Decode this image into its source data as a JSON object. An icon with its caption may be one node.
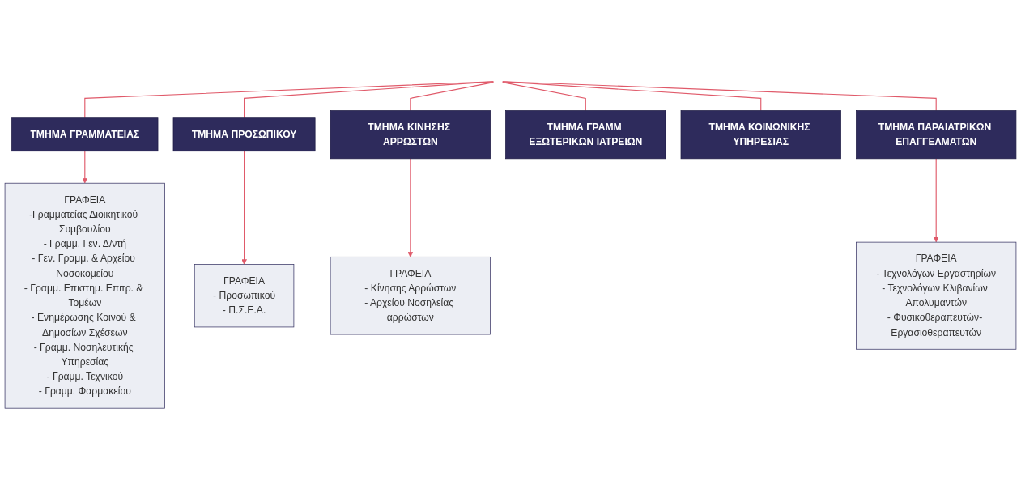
{
  "diagram": {
    "nodes": [
      {
        "text": [
          "ΤΜΗΜΑ ΓΡΑΜΜΑΤΕΙΑΣ"
        ]
      },
      {
        "text": [
          "ΤΜΗΜΑ ΠΡΟΣΩΠΙΚΟΥ"
        ]
      },
      {
        "text": [
          "ΤΜΗΜΑ ΚΙΝΗΣΗΣ ΑΡΡΩΣΤΩΝ"
        ]
      },
      {
        "text": [
          "ΤΜΗΜΑ ΓΡΑΜΜ ΕΞΩΤΕΡΙΚΩΝ ΙΑΤΡΕΙΩΝ"
        ]
      },
      {
        "text": [
          "ΤΜΗΜΑ ΚΟΙΝΩΝΙΚΗΣ ΥΠΗΡΕΣΙΑΣ"
        ]
      },
      {
        "text": [
          "ΤΜΗΜΑ ΠΑΡΑΙΑΤΡΙΚΩΝ ΕΠΑΓΓΕΛΜΑΤΩΝ"
        ]
      },
      {
        "text": [
          "ΓΡΑΦΕΙΑ",
          "-Γραμματείας Διοικητικού Συμβουλίου",
          "- Γραμμ. Γεν. Δ/ντή",
          "- Γεν. Γραμμ. & Αρχείου Νοσοκομείου",
          "- Γραμμ. Επιστημ. Επιτρ. & Τομέων",
          "- Ενημέρωσης Κοινού & Δημοσίων Σχέσεων",
          "- Γραμμ. Νοσηλευτικής Υπηρεσίας",
          "- Γραμμ. Τεχνικού",
          "- Γραμμ. Φαρμακείου"
        ]
      },
      {
        "text": [
          "ΓΡΑΦΕΙΑ",
          "- Προσωπικού",
          "- Π.Σ.Ε.Α."
        ]
      },
      {
        "text": [
          "ΓΡΑΦΕΙΑ",
          "- Κίνησης Αρρώστων",
          "- Αρχείου Νοσηλείας αρρώστων"
        ]
      },
      {
        "text": [
          "ΓΡΑΦΕΙΑ",
          "- Τεχνολόγων Εργαστηρίων",
          "- Τεχνολόγων Κλιβανίων Απολυμαντών",
          "- Φυσικοθεραπευτών- Εργασιοθεραπευτών"
        ]
      }
    ],
    "edges": [
      {
        "from": null,
        "to": 0,
        "arrow": "none"
      },
      {
        "from": null,
        "to": 1,
        "arrow": "none"
      },
      {
        "from": null,
        "to": 2,
        "arrow": "none"
      },
      {
        "from": null,
        "to": 3,
        "arrow": "none"
      },
      {
        "from": null,
        "to": 4,
        "arrow": "none"
      },
      {
        "from": null,
        "to": 5,
        "arrow": "none"
      },
      {
        "from": 0,
        "to": 6,
        "arrow": "to"
      },
      {
        "from": 1,
        "to": 7,
        "arrow": "to"
      },
      {
        "from": 2,
        "to": 8,
        "arrow": "to"
      },
      {
        "from": 5,
        "to": 9,
        "arrow": "to"
      }
    ]
  }
}
